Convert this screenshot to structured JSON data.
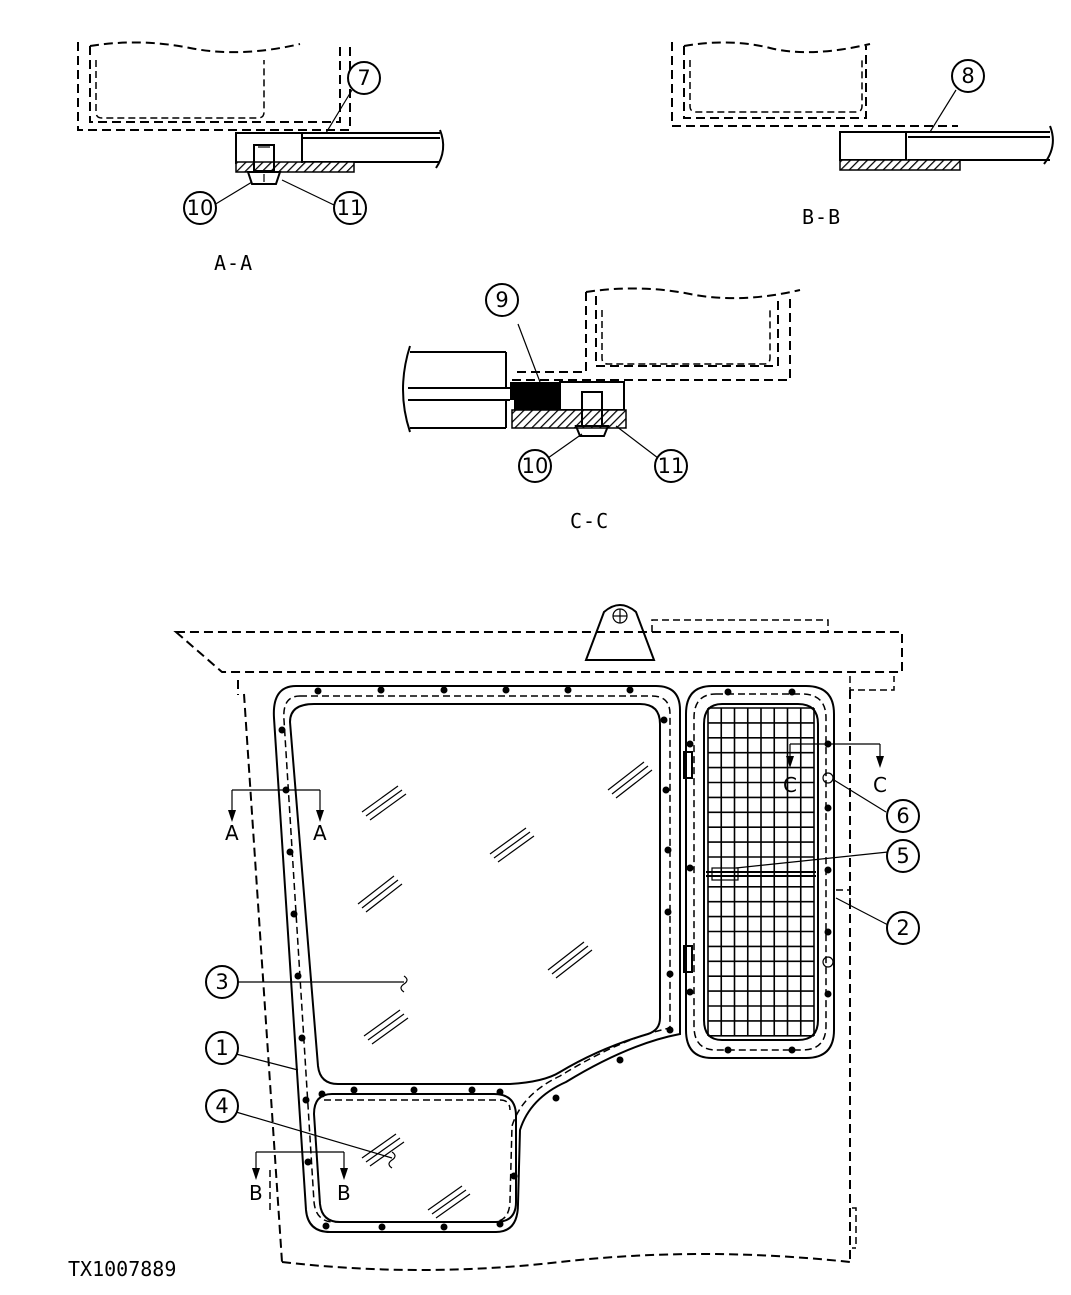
{
  "figure_id": "TX1007889",
  "section_views": [
    {
      "id": "A-A",
      "label": "A-A"
    },
    {
      "id": "B-B",
      "label": "B-B"
    },
    {
      "id": "C-C",
      "label": "C-C"
    }
  ],
  "callouts": [
    "1",
    "2",
    "3",
    "4",
    "5",
    "6",
    "7",
    "8",
    "9",
    "10",
    "11"
  ],
  "section_arrows": {
    "a": "A",
    "b": "B",
    "c": "C"
  }
}
